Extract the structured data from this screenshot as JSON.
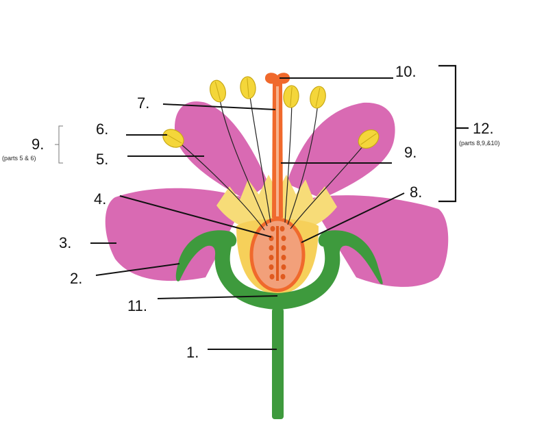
{
  "labels": {
    "l1": "1.",
    "l2": "2.",
    "l3": "3.",
    "l4": "4.",
    "l5": "5.",
    "l6": "6.",
    "l7": "7.",
    "l8": "8.",
    "l9_right": "9.",
    "l9_left": "9.",
    "l10": "10.",
    "l11": "11.",
    "l12": "12."
  },
  "notes": {
    "stamen_parts": "(parts 5 & 6)",
    "pistil_parts": "(parts 8,9,&10)"
  },
  "colors": {
    "petal": "#d96ab3",
    "sepal": "#3e9a3d",
    "receptacle_glow": "#f7dc78",
    "pistil": "#f0692c",
    "ovary_fill": "#f2a07a",
    "anther": "#f4d63a"
  }
}
